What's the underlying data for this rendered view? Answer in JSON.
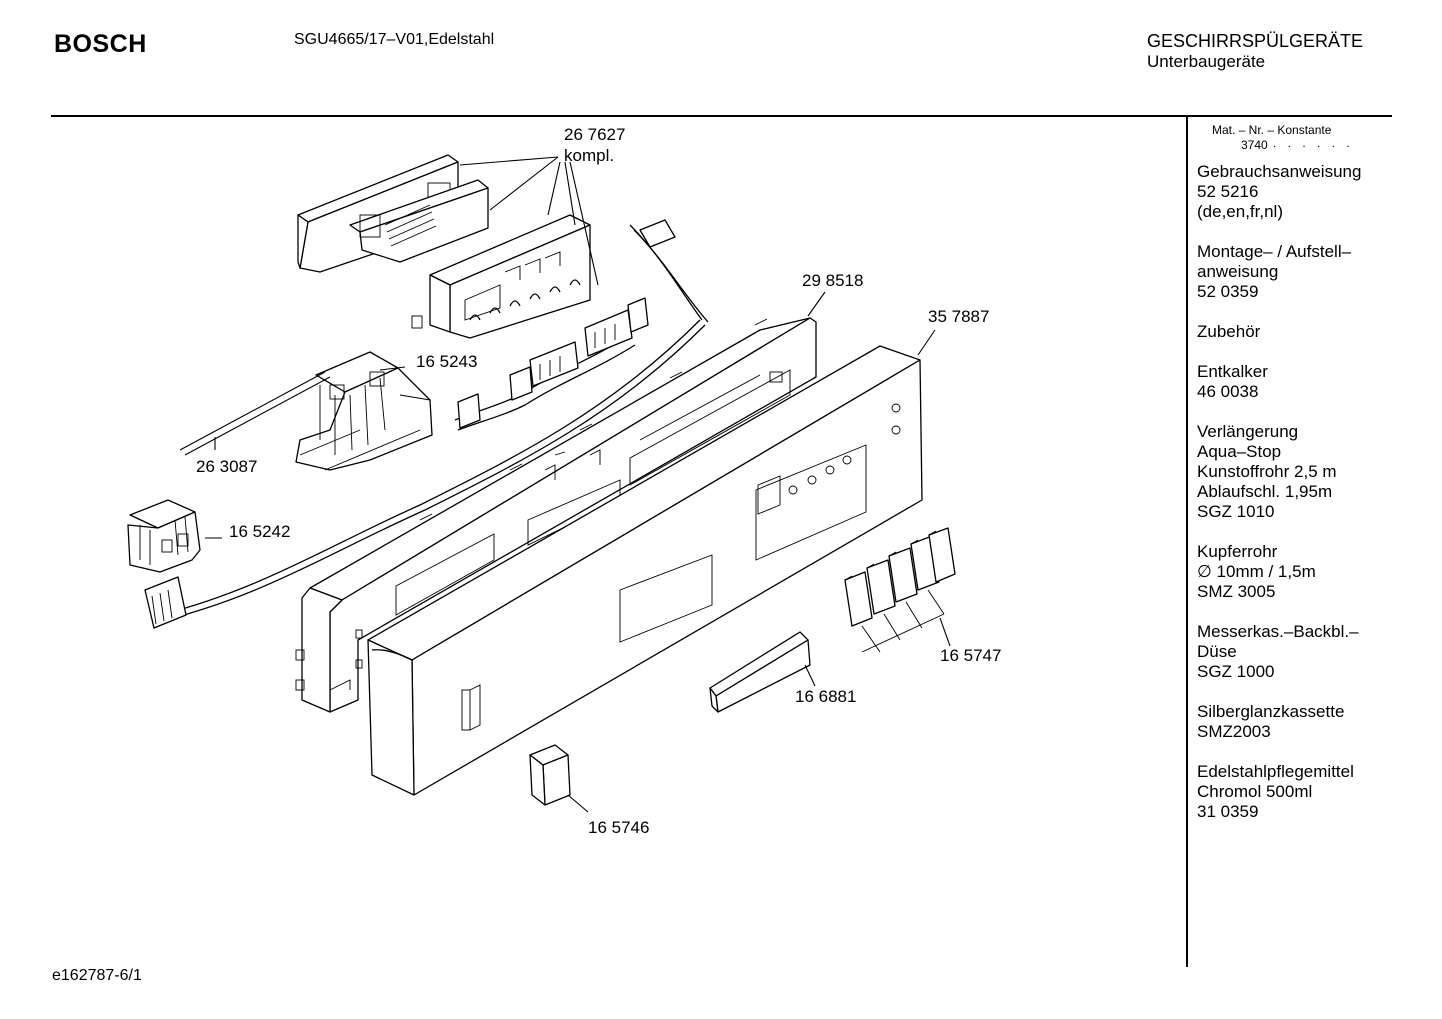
{
  "header": {
    "brand": "BOSCH",
    "model": "SGU4665/17–V01,Edelstahl",
    "category": "GESCHIRRSPÜLGERÄTE",
    "subcategory": "Unterbaugeräte"
  },
  "footer": {
    "drawing_id": "e162787-6/1"
  },
  "sidebar": {
    "mat_header": "Mat. – Nr. – Konstante",
    "mat_constant": "3740",
    "mat_dots": ". . . . . .",
    "accessories": [
      {
        "lines": [
          "Gebrauchsanweisung",
          "52 5216",
          "(de,en,fr,nl)"
        ]
      },
      {
        "lines": [
          "Montage– / Aufstell–",
          "anweisung",
          "52 0359"
        ]
      },
      {
        "lines": [
          "Zubehör"
        ]
      },
      {
        "lines": [
          "Entkalker",
          "46 0038"
        ]
      },
      {
        "lines": [
          "Verlängerung",
          "Aqua–Stop",
          "Kunstoffrohr 2,5 m",
          "Ablaufschl. 1,95m",
          "SGZ 1010"
        ]
      },
      {
        "lines": [
          "Kupferrohr",
          "∅ 10mm / 1,5m",
          "SMZ 3005"
        ]
      },
      {
        "lines": [
          "Messerkas.–Backbl.–",
          "Düse",
          "SGZ 1000"
        ]
      },
      {
        "lines": [
          "Silberglanzkassette",
          "SMZ2003"
        ]
      },
      {
        "lines": [
          "Edelstahlpflegemittel",
          "Chromol 500ml",
          "31 0359"
        ]
      }
    ]
  },
  "parts": {
    "p267627": "26 7627",
    "p267627_note": "kompl.",
    "p298518": "29 8518",
    "p357887": "35 7887",
    "p165243": "16 5243",
    "p263087": "26 3087",
    "p165242": "16 5242",
    "p165747": "16 5747",
    "p166881": "16 6881",
    "p165746": "16 5746"
  }
}
